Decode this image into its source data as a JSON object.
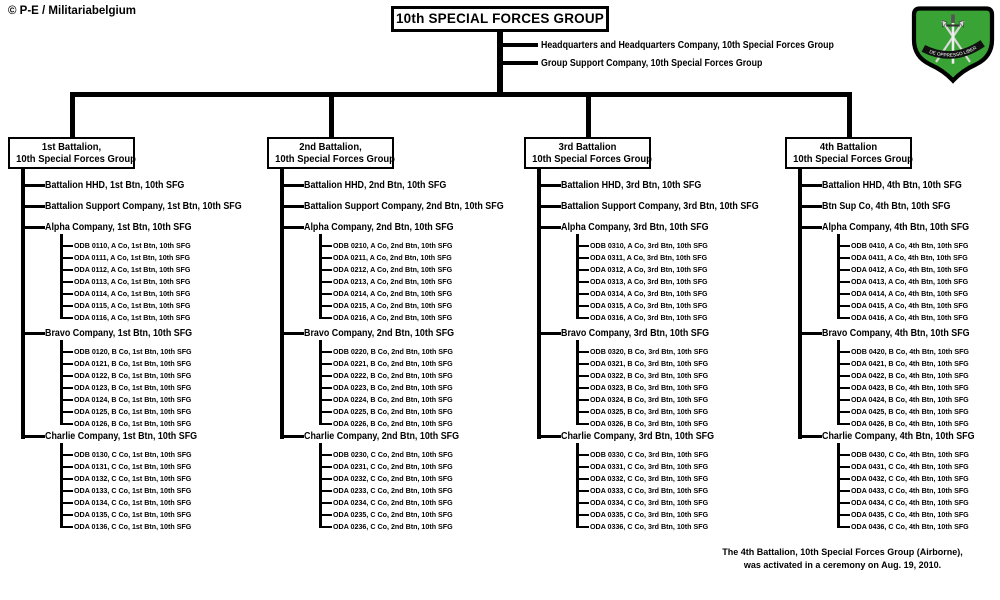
{
  "copyright": "© P-E / Militariabelgium",
  "title": "10th SPECIAL FORCES GROUP",
  "group_units": [
    "Headquarters and Headquarters Company, 10th Special Forces Group",
    "Group Support Company, 10th Special Forces Group"
  ],
  "insignia": {
    "description": "10th Special Forces Group beret flash",
    "motto": "DE OPPRESSO LIBER",
    "flash_color": "#3aa335"
  },
  "battalions": [
    {
      "box": [
        "1st Battalion,",
        "10th Special Forces Group"
      ],
      "units": [
        "Battalion HHD, 1st Btn, 10th SFG",
        "Battalion  Support Company, 1st Btn, 10th SFG"
      ],
      "companies": [
        {
          "name": "Alpha Company, 1st Btn, 10th SFG",
          "teams": [
            "ODB 0110, A Co, 1st Btn, 10th SFG",
            "ODA 0111, A Co, 1st Btn, 10th SFG",
            "ODA 0112, A Co, 1st Btn, 10th SFG",
            "ODA 0113, A Co, 1st Btn, 10th SFG",
            "ODA 0114, A Co, 1st Btn, 10th SFG",
            "ODA 0115, A Co, 1st Btn, 10th SFG",
            "ODA 0116, A Co, 1st Btn, 10th SFG"
          ]
        },
        {
          "name": "Bravo Company, 1st Btn, 10th SFG",
          "teams": [
            "ODB 0120, B Co, 1st Btn, 10th SFG",
            "ODA 0121, B Co, 1st Btn, 10th SFG",
            "ODA 0122, B Co, 1st Btn, 10th SFG",
            "ODA 0123, B Co, 1st Btn, 10th SFG",
            "ODA 0124, B Co, 1st Btn, 10th SFG",
            "ODA 0125, B Co, 1st Btn, 10th SFG",
            "ODA 0126, B Co, 1st Btn, 10th SFG"
          ]
        },
        {
          "name": "Charlie Company, 1st Btn, 10th SFG",
          "teams": [
            "ODB 0130, C Co, 1st Btn, 10th SFG",
            "ODA 0131, C Co, 1st Btn, 10th SFG",
            "ODA 0132, C Co, 1st Btn, 10th SFG",
            "ODA 0133, C Co, 1st Btn, 10th SFG",
            "ODA 0134, C Co, 1st Btn, 10th SFG",
            "ODA 0135, C Co, 1st Btn, 10th SFG",
            "ODA 0136, C Co, 1st Btn, 10th SFG"
          ]
        }
      ]
    },
    {
      "box": [
        "2nd Battalion,",
        "10th Special Forces Group"
      ],
      "units": [
        "Battalion HHD,  2nd Btn, 10th SFG",
        "Battalion  Support Company, 2nd Btn, 10th SFG"
      ],
      "companies": [
        {
          "name": "Alpha Company, 2nd Btn, 10th SFG",
          "teams": [
            "ODB 0210, A Co, 2nd Btn, 10th SFG",
            "ODA 0211, A Co, 2nd Btn, 10th SFG",
            "ODA 0212, A Co, 2nd Btn, 10th SFG",
            "ODA 0213, A Co, 2nd Btn, 10th SFG",
            "ODA 0214, A Co, 2nd Btn, 10th SFG",
            "ODA 0215, A Co, 2nd Btn, 10th SFG",
            "ODA 0216, A Co, 2nd Btn, 10th SFG"
          ]
        },
        {
          "name": "Bravo Company, 2nd Btn, 10th SFG",
          "teams": [
            "ODB 0220, B Co, 2nd Btn, 10th SFG",
            "ODA 0221, B Co, 2nd Btn, 10th SFG",
            "ODA 0222, B Co, 2nd Btn, 10th SFG",
            "ODA 0223, B Co, 2nd Btn, 10th SFG",
            "ODA 0224, B Co, 2nd Btn, 10th SFG",
            "ODA 0225, B Co, 2nd Btn, 10th SFG",
            "ODA 0226, B Co, 2nd Btn, 10th SFG"
          ]
        },
        {
          "name": "Charlie Company, 2nd Btn, 10th SFG",
          "teams": [
            "ODB 0230, C Co, 2nd Btn, 10th SFG",
            "ODA 0231, C Co, 2nd Btn, 10th SFG",
            "ODA 0232, C Co, 2nd Btn, 10th SFG",
            "ODA 0233, C Co, 2nd Btn, 10th SFG",
            "ODA 0234, C Co, 2nd Btn, 10th SFG",
            "ODA 0235, C Co, 2nd Btn, 10th SFG",
            "ODA 0236, C Co, 2nd Btn, 10th SFG"
          ]
        }
      ]
    },
    {
      "box": [
        "3rd Battalion",
        "10th Special Forces Group"
      ],
      "units": [
        "Battalion HHD, 3rd Btn, 10th SFG",
        "Battalion  Support Company, 3rd Btn, 10th SFG"
      ],
      "companies": [
        {
          "name": "Alpha Company, 3rd Btn, 10th SFG",
          "teams": [
            "ODB 0310, A Co, 3rd Btn, 10th SFG",
            "ODA 0311, A Co, 3rd Btn, 10th SFG",
            "ODA 0312, A Co, 3rd Btn, 10th SFG",
            "ODA 0313, A Co, 3rd Btn, 10th SFG",
            "ODA 0314, A Co, 3rd Btn, 10th SFG",
            "ODA 0315, A Co, 3rd Btn, 10th SFG",
            "ODA 0316, A Co, 3rd Btn, 10th SFG"
          ]
        },
        {
          "name": "Bravo Company, 3rd Btn, 10th SFG",
          "teams": [
            "ODB 0320, B Co, 3rd Btn, 10th SFG",
            "ODA 0321, B Co, 3rd Btn, 10th SFG",
            "ODA 0322, B Co, 3rd Btn, 10th SFG",
            "ODA 0323, B Co, 3rd Btn, 10th SFG",
            "ODA 0324, B Co, 3rd Btn, 10th SFG",
            "ODA 0325, B Co, 3rd Btn, 10th SFG",
            "ODA 0326, B Co, 3rd Btn, 10th SFG"
          ]
        },
        {
          "name": "Charlie Company, 3rd Btn, 10th SFG",
          "teams": [
            "ODB 0330, C Co, 3rd Btn, 10th SFG",
            "ODA 0331, C Co, 3rd Btn, 10th SFG",
            "ODA 0332, C Co, 3rd Btn, 10th SFG",
            "ODA 0333, C Co, 3rd Btn, 10th SFG",
            "ODA 0334, C Co, 3rd Btn, 10th SFG",
            "ODA 0335, C Co, 3rd Btn, 10th SFG",
            "ODA 0336, C Co, 3rd Btn, 10th SFG"
          ]
        }
      ]
    },
    {
      "box": [
        "4th Battalion",
        "10th Special Forces Group"
      ],
      "units": [
        "Battalion HHD, 4th Btn, 10th SFG",
        "Btn  Sup Co, 4th Btn, 10th SFG"
      ],
      "companies": [
        {
          "name": "Alpha Company, 4th Btn, 10th SFG",
          "teams": [
            "ODB 0410, A Co, 4th Btn, 10th SFG",
            "ODA 0411, A Co, 4th Btn, 10th SFG",
            "ODA 0412, A Co, 4th Btn, 10th SFG",
            "ODA 0413, A Co, 4th Btn, 10th SFG",
            "ODA 0414, A Co, 4th Btn, 10th SFG",
            "ODA 0415, A Co, 4th Btn, 10th SFG",
            "ODA 0416, A Co, 4th Btn, 10th SFG"
          ]
        },
        {
          "name": "Bravo Company, 4th Btn, 10th SFG",
          "teams": [
            "ODB 0420, B Co, 4th Btn, 10th SFG",
            "ODA 0421, B Co, 4th Btn, 10th SFG",
            "ODA 0422, B Co, 4th Btn, 10th SFG",
            "ODA 0423, B Co, 4th Btn, 10th SFG",
            "ODA 0424, B Co, 4th Btn, 10th SFG",
            "ODA 0425, B Co, 4th Btn, 10th SFG",
            "ODA 0426, B Co, 4th Btn, 10th SFG"
          ]
        },
        {
          "name": "Charlie Company, 4th Btn, 10th SFG",
          "teams": [
            "ODB 0430, C Co, 4th Btn, 10th SFG",
            "ODA 0431, C Co, 4th Btn, 10th SFG",
            "ODA 0432, C Co, 4th Btn, 10th SFG",
            "ODA 0433, C Co, 4th Btn, 10th SFG",
            "ODA 0434, C Co, 4th Btn, 10th SFG",
            "ODA 0435, C Co, 4th Btn, 10th SFG",
            "ODA 0436, C Co, 4th Btn, 10th SFG"
          ]
        }
      ]
    }
  ],
  "footnote": [
    "The 4th Battalion, 10th Special Forces Group (Airborne),",
    "was activated in a ceremony on Aug. 19, 2010."
  ]
}
